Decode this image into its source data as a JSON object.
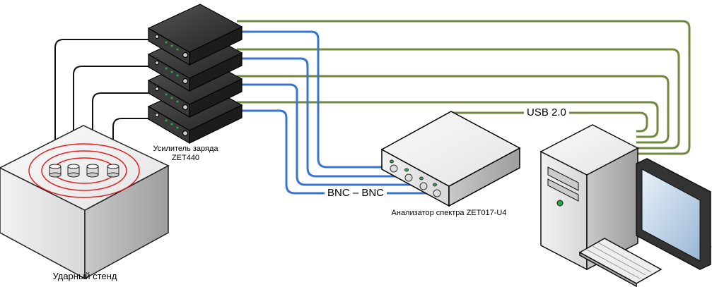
{
  "labels": {
    "amplifier_line1": "Усилитель заряда",
    "amplifier_line2": "ZET440",
    "analyzer": "Анализатор спектра ZET017-U4",
    "usb": "USB 2.0",
    "bnc": "BNC – BNC",
    "stand": "Ударный стенд"
  },
  "colors": {
    "usb_cable": "#71893f",
    "bnc_cable": "#3a74d0",
    "sensor_cable": "#111111",
    "rings": "#e02020",
    "led": "#2fa84f"
  }
}
